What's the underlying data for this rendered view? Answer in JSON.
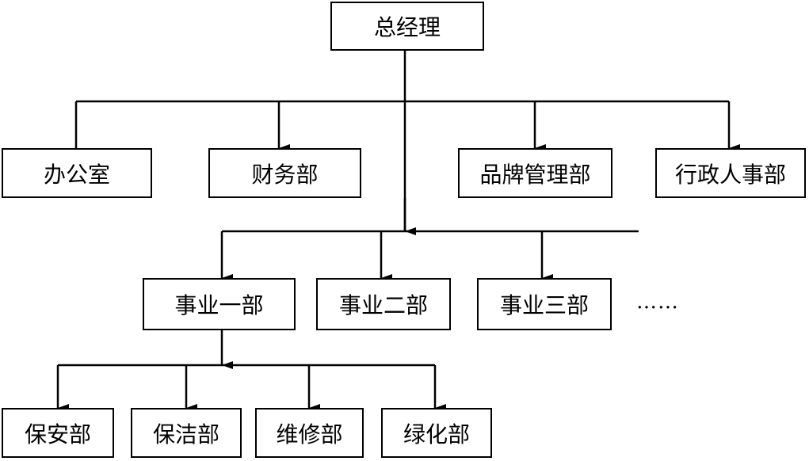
{
  "nodes": {
    "gm": "总经理",
    "office": "办公室",
    "finance": "财务部",
    "brand": "品牌管理部",
    "admin_hr": "行政人事部",
    "biz1": "事业一部",
    "biz2": "事业二部",
    "biz3": "事业三部",
    "security": "保安部",
    "cleaning": "保洁部",
    "maintenance": "维修部",
    "greening": "绿化部"
  },
  "more": "……",
  "colors": {
    "line": "#000000",
    "box_border": "#000000",
    "background": "#ffffff"
  }
}
